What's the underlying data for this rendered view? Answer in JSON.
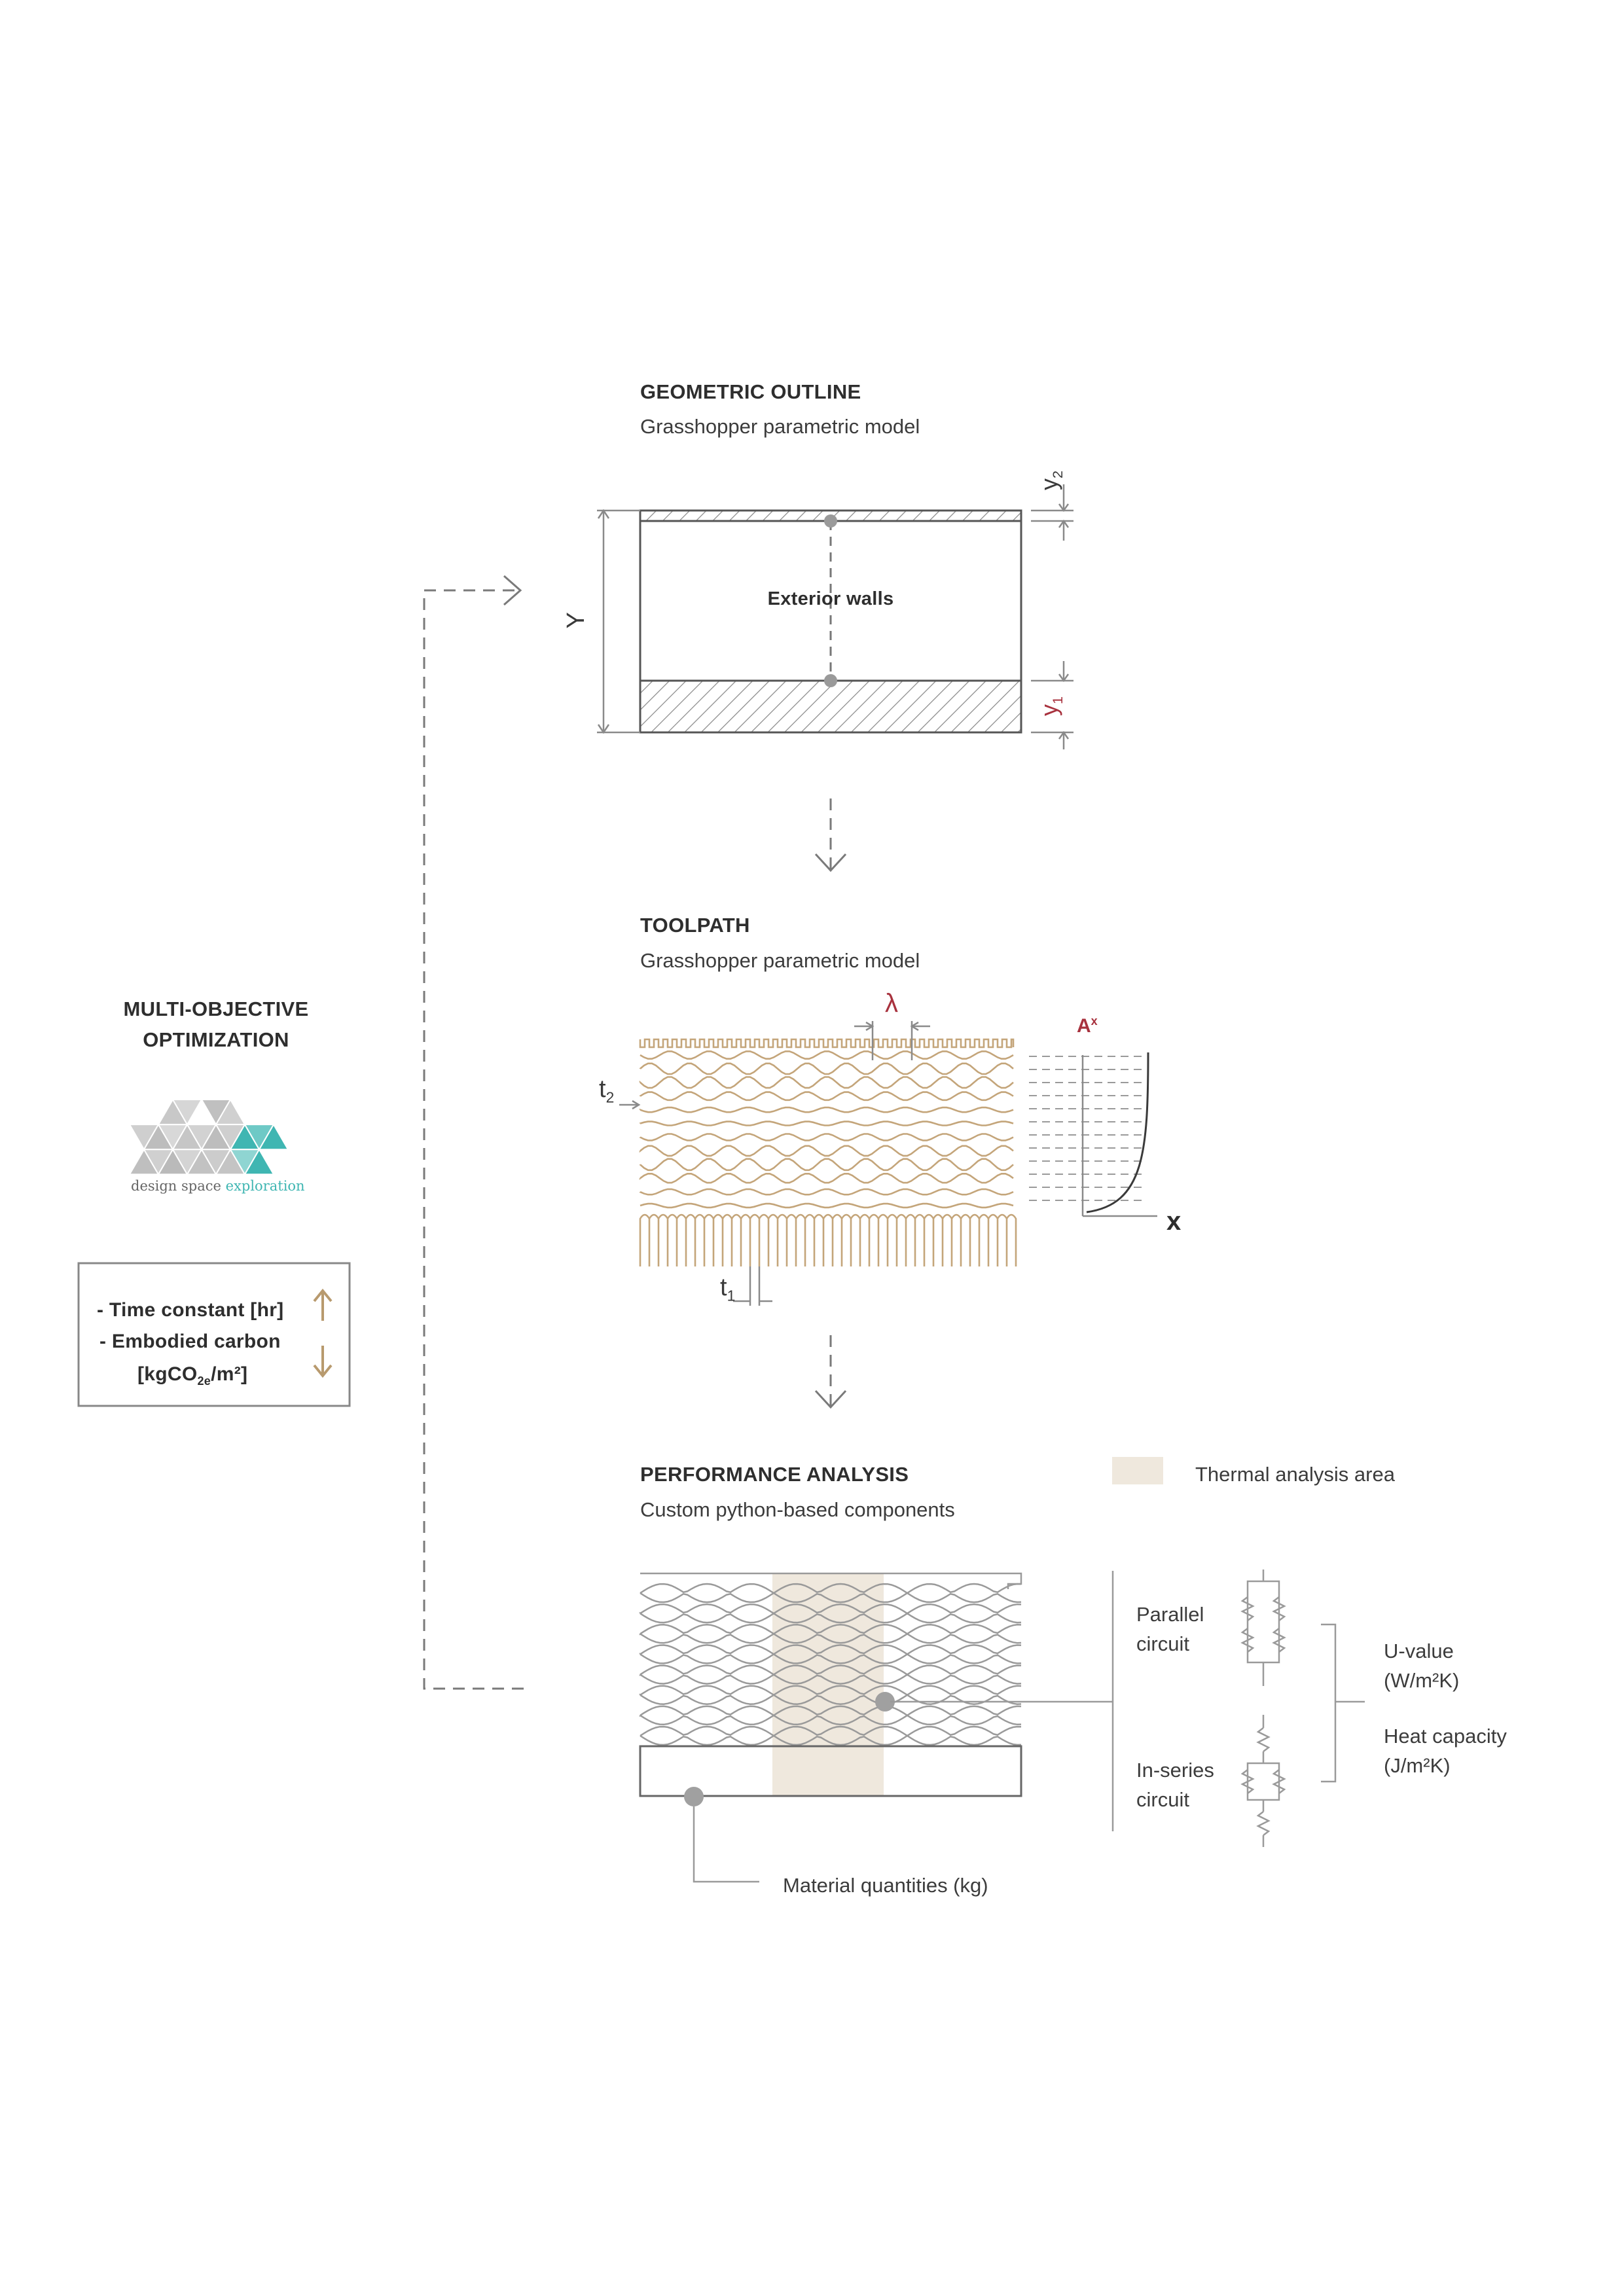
{
  "colors": {
    "ink": "#3a3a3a",
    "line": "#7a7a7a",
    "toolpath": "#c4a57a",
    "accent_red": "#a8323e",
    "thermal_area": "#efe8dd",
    "logo_teal": "#3fb6b2",
    "arrow_up": "#b89a6e",
    "arrow_down": "#b89a6e"
  },
  "geometric_outline": {
    "title": "GEOMETRIC OUTLINE",
    "subtitle": "Grasshopper parametric model",
    "center_label": "Exterior walls",
    "dim_total": "Y",
    "dim_top": "y",
    "dim_top_sub": "2",
    "dim_bottom": "y",
    "dim_bottom_sub": "1"
  },
  "toolpath": {
    "title": "TOOLPATH",
    "subtitle": "Grasshopper parametric model",
    "wavelength": "λ",
    "amplitude": "A",
    "amplitude_sup": "x",
    "axis_x": "x",
    "t2": "t",
    "t2_sub": "2",
    "t1": "t",
    "t1_sub": "1"
  },
  "performance": {
    "title": "PERFORMANCE ANALYSIS",
    "subtitle": "Custom python-based components",
    "legend_label": "Thermal analysis area",
    "parallel_line1": "Parallel",
    "parallel_line2": "circuit",
    "series_line1": "In-series",
    "series_line2": "circuit",
    "uvalue_line1": "U-value",
    "uvalue_line2": "(W/m²K)",
    "heatcap_line1": "Heat capacity",
    "heatcap_line2": "(J/m²K)",
    "material": "Material quantities (kg)"
  },
  "optimization": {
    "title_line1": "MULTI-OBJECTIVE",
    "title_line2": "OPTIMIZATION",
    "logo_text_1": "design space ",
    "logo_text_2": "exploration",
    "objective_1": "- Time constant [hr]",
    "objective_2": "- Embodied carbon",
    "objective_2_unit": "[kgCO",
    "objective_2_unit_sub": "2e",
    "objective_2_unit_end": "/m²]",
    "objective_1_direction": "increase",
    "objective_2_direction": "decrease"
  }
}
